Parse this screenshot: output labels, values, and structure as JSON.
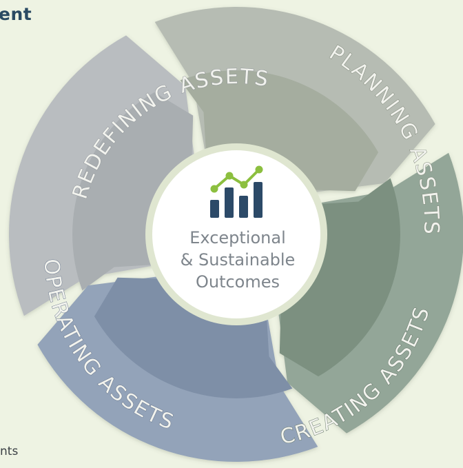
{
  "heading_fragment": "ent",
  "footer_fragment": "nts",
  "center": {
    "line1": "Exceptional",
    "line2": "& Sustainable",
    "line3": "Outcomes",
    "icon": "bar-chart-trend-icon"
  },
  "segments": [
    {
      "key": "redefining",
      "label": "REDEFINING ASSETS",
      "outer": "#b9bdc0",
      "inner": "#a9aeb1",
      "text": "#f2f3ee",
      "stroke": "#8e9397"
    },
    {
      "key": "planning",
      "label": "PLANNING ASSETS",
      "outer": "#b6bcb3",
      "inner": "#a5ad9f",
      "text": "#f2f3ee",
      "stroke": "#7f8779"
    },
    {
      "key": "creating",
      "label": "CREATING ASSETS",
      "outer": "#93a698",
      "inner": "#7c9080",
      "text": "#f2f3ee",
      "stroke": "#637466"
    },
    {
      "key": "operating",
      "label": "OPERATING ASSETS",
      "outer": "#93a3b9",
      "inner": "#7e8fa7",
      "text": "#f2f3ee",
      "stroke": "#66748a"
    }
  ],
  "colors": {
    "background": "#eef3e3",
    "heading": "#2a4a63",
    "bars": "#2c4a68",
    "trend": "#8cbf3f",
    "center_fill": "#ffffff"
  }
}
